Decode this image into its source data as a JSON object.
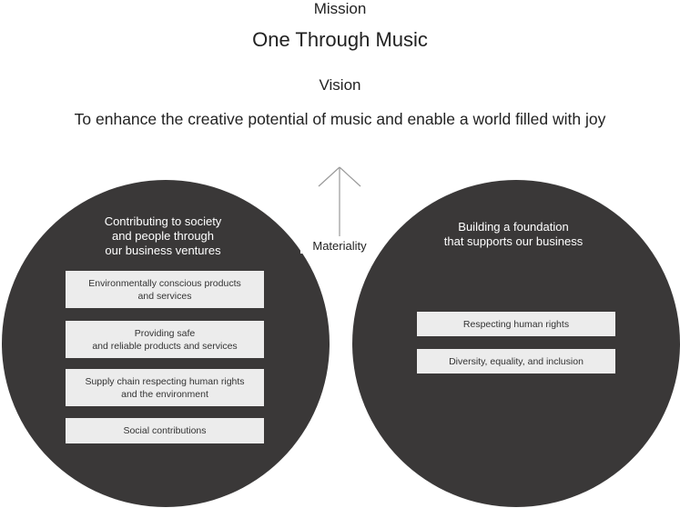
{
  "mission": {
    "label": "Mission",
    "text": "One Through Music"
  },
  "vision": {
    "label": "Vision",
    "text": "To enhance the creative potential of music and enable a world filled with joy"
  },
  "materiality": {
    "label": "Materiality"
  },
  "left_circle": {
    "title_lines": [
      "Contributing to society",
      "and people through",
      "our business ventures"
    ],
    "items": [
      {
        "lines": [
          "Environmentally conscious products",
          "and services"
        ]
      },
      {
        "lines": [
          "Providing safe",
          "and reliable products and services"
        ]
      },
      {
        "lines": [
          "Supply chain respecting human rights",
          "and the environment"
        ]
      },
      {
        "lines": [
          "Social contributions"
        ]
      }
    ]
  },
  "right_circle": {
    "title_lines": [
      "Building a foundation",
      "that supports our business"
    ],
    "items": [
      {
        "lines": [
          "Respecting human rights"
        ]
      },
      {
        "lines": [
          "Diversity, equality, and inclusion"
        ]
      }
    ]
  },
  "colors": {
    "circle_fill": "#3a3838",
    "box_fill": "#ececec",
    "text_dark": "#222222",
    "text_light": "#ffffff",
    "arrow_stroke": "#9a9a9a"
  }
}
